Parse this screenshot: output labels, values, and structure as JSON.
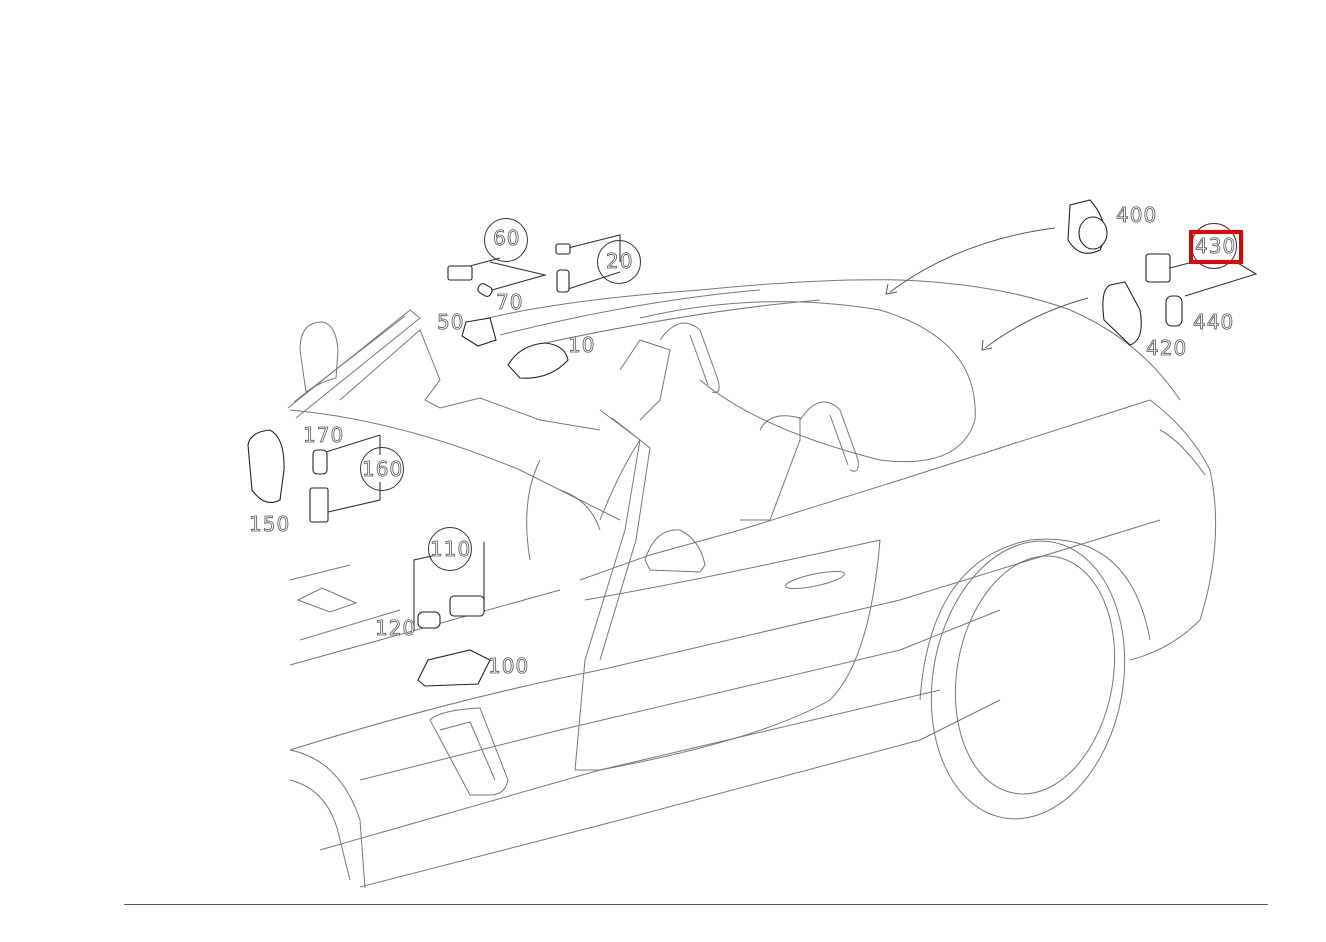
{
  "diagram": {
    "subject": "Convertible roadster interior/exterior lighting parts diagram",
    "highlight_color": "#e00000",
    "callouts": [
      {
        "id": "10",
        "label": "10",
        "circled": false
      },
      {
        "id": "20",
        "label": "20",
        "circled": true
      },
      {
        "id": "50",
        "label": "50",
        "circled": false
      },
      {
        "id": "60",
        "label": "60",
        "circled": true
      },
      {
        "id": "70",
        "label": "70",
        "circled": false
      },
      {
        "id": "100",
        "label": "100",
        "circled": false
      },
      {
        "id": "110",
        "label": "110",
        "circled": true
      },
      {
        "id": "120",
        "label": "120",
        "circled": false
      },
      {
        "id": "150",
        "label": "150",
        "circled": false
      },
      {
        "id": "160",
        "label": "160",
        "circled": true
      },
      {
        "id": "170",
        "label": "170",
        "circled": false
      },
      {
        "id": "400",
        "label": "400",
        "circled": false
      },
      {
        "id": "420",
        "label": "420",
        "circled": false
      },
      {
        "id": "430",
        "label": "430",
        "circled": true,
        "highlighted": true
      },
      {
        "id": "440",
        "label": "440",
        "circled": false
      }
    ]
  }
}
